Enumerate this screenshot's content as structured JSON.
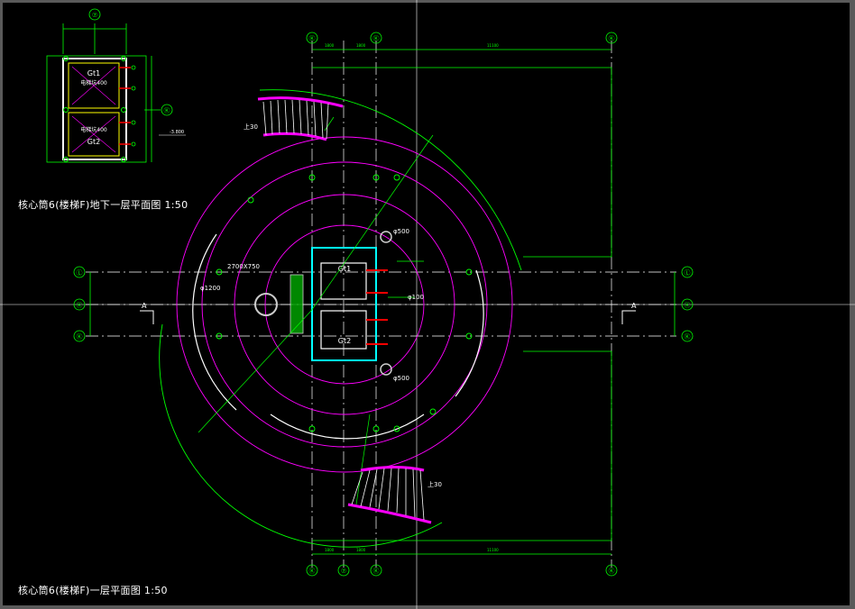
{
  "colors": {
    "background": "#000000",
    "grid_axis": "#00ff00",
    "structure": "#ff00ff",
    "wall": "#ffffff",
    "annotation": "#00ff00",
    "stair": "#ffffff",
    "core_wall": "#00ffff",
    "equipment": "#ff0000",
    "frame_border": "#5a5a5a"
  },
  "drawings": {
    "basement": {
      "title": "核心筒6(楼梯F)地下一层平面图 1:50",
      "axis_top": "⑦",
      "axis_right": "Ⓚ",
      "lifts": [
        {
          "name": "Gt1",
          "note": "电梯坑400"
        },
        {
          "name": "Gt2",
          "note": "电梯坑400"
        }
      ],
      "level": "-3.800"
    },
    "ground": {
      "title": "核心筒6(楼梯F)一层平面图 1:50",
      "axes_top": [
        "Ⓚ",
        "Ⓚ",
        "Ⓚ"
      ],
      "axes_bottom": [
        "Ⓚ",
        "⑦",
        "Ⓚ",
        "Ⓚ"
      ],
      "axes_side": [
        "Ⓛ",
        "Ⓚ",
        "Ⓚ"
      ],
      "lifts": [
        "Gt1",
        "Gt2"
      ],
      "labels": {
        "duct": "2700X750",
        "opening_left": "φ1200",
        "opening_top": "φ500",
        "opening_mid": "φ100",
        "opening_bottom": "φ500",
        "stair_top": "上30",
        "stair_bottom": "上30",
        "section_mark": "A"
      }
    }
  }
}
